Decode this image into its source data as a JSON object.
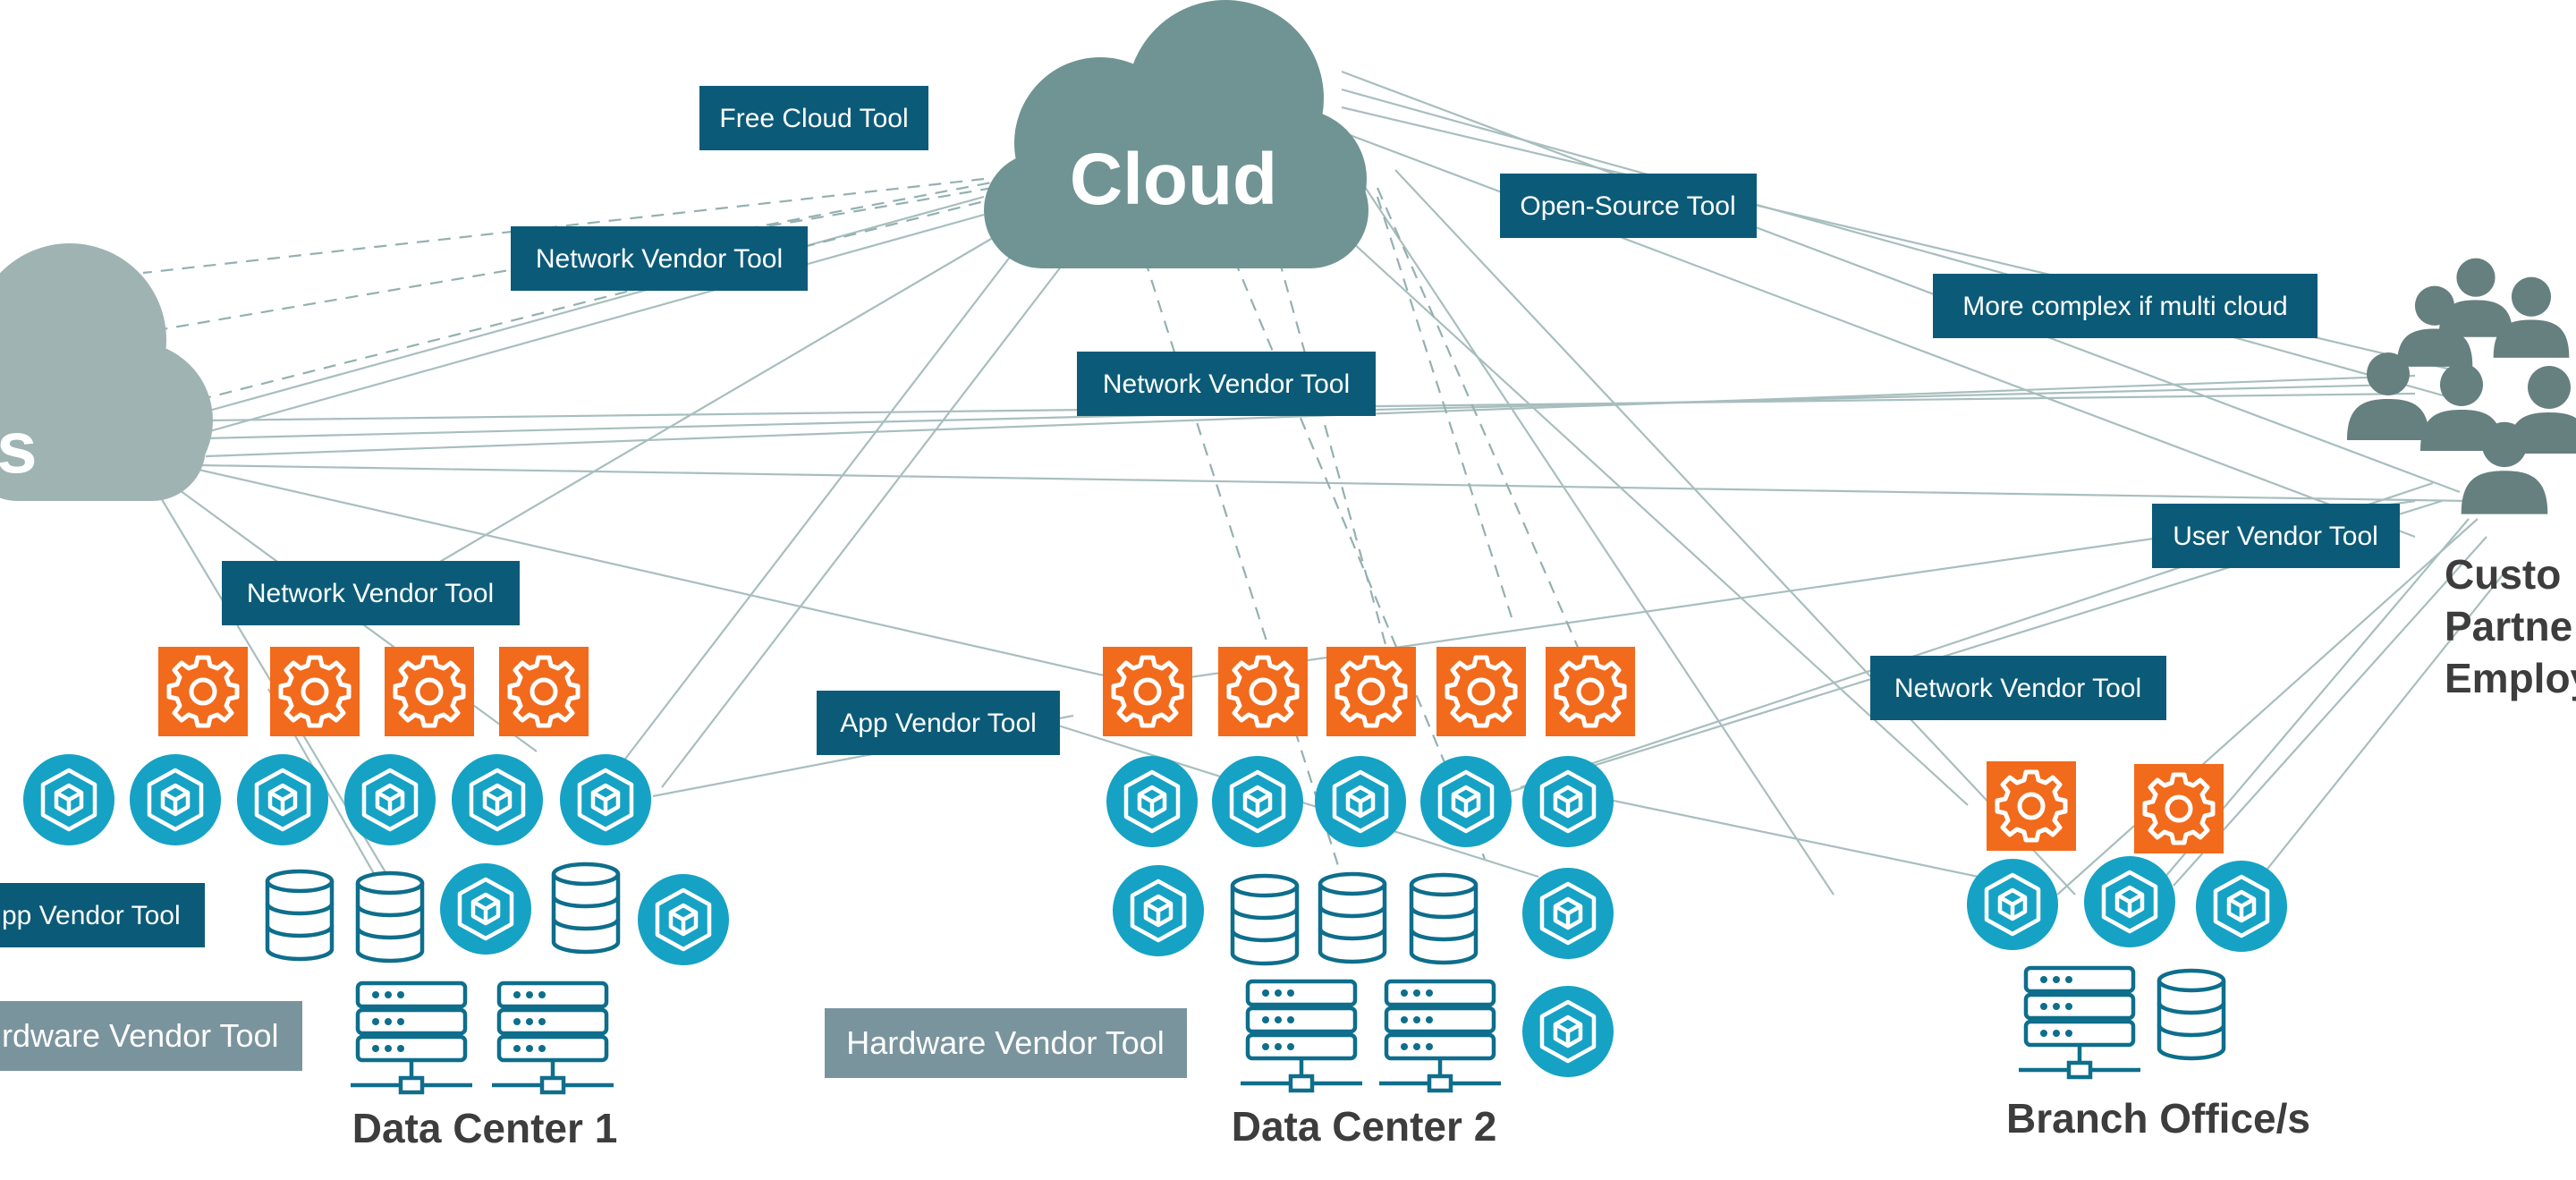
{
  "colors": {
    "background": "#ffffff",
    "cloud_main": "#6f9493",
    "cloud_left": "#9fb3b3",
    "line": "#9cb6b6",
    "dashed_line": "#8fadad",
    "tool_label_bg": "#0b5b78",
    "hardware_label_bg": "#7a949e",
    "gear_bg": "#f26a1b",
    "app_circle": "#16a2c4",
    "db_stroke": "#0e6e8c",
    "server_stroke": "#0e6e8c",
    "users_fill": "#66807f",
    "title_text": "#3d3d3d"
  },
  "clouds": {
    "main": {
      "label": "Cloud",
      "icon": "cloud-icon"
    },
    "left": {
      "label": "s",
      "icon": "cloud-icon"
    }
  },
  "tool_labels": [
    "Free Cloud Tool",
    "Network Vendor Tool",
    "Open-Source Tool",
    "More complex if multi cloud",
    "Network Vendor Tool",
    "Network Vendor Tool",
    "User Vendor Tool",
    "App Vendor Tool",
    "Network Vendor Tool",
    "pp Vendor Tool"
  ],
  "hardware_labels": [
    "rdware Vendor Tool",
    "Hardware Vendor Tool"
  ],
  "sites": {
    "dc1": "Data Center 1",
    "dc2": "Data Center 2",
    "branch": "Branch Office/s"
  },
  "users": {
    "icon": "users-group-icon",
    "lines": [
      "Custo",
      "Partne",
      "Employ"
    ]
  },
  "icon_names": {
    "gear": "gear-icon",
    "app": "cube-icon",
    "database": "database-icon",
    "server": "server-icon"
  }
}
